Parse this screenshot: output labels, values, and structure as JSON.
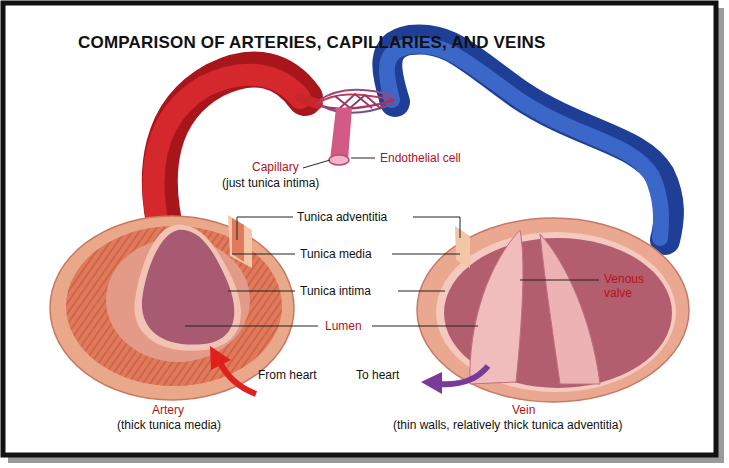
{
  "diagram": {
    "title": "COMPARISON OF ARTERIES, CAPILLARIES, AND VEINS",
    "labels": [
      "Capillary",
      "(just tunica intima)",
      "Endothelial cell",
      "Tunica adventitia",
      "Tunica media",
      "Tunica intima",
      "Lumen",
      "Venous valve",
      "From heart",
      "To heart",
      "Artery",
      "(thick tunica media)",
      "Vein",
      "(thin walls, relatively thick tunica adventitia)"
    ]
  }
}
